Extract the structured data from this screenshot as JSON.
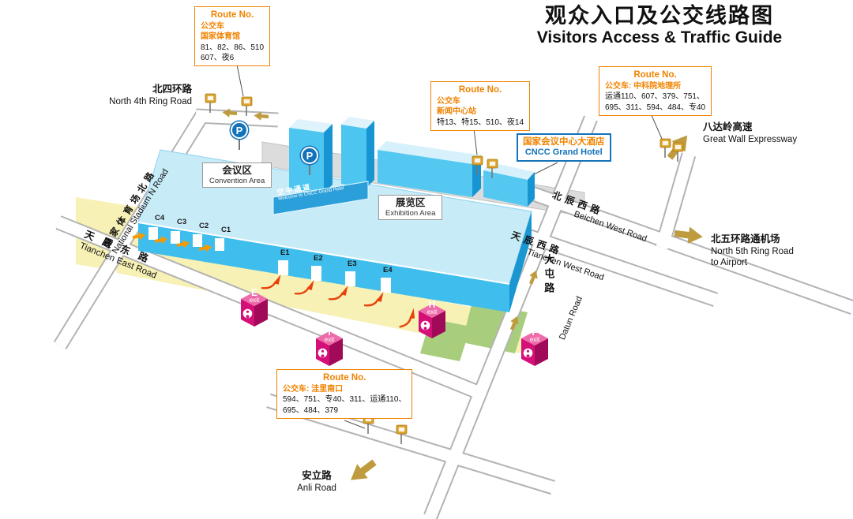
{
  "title": {
    "zh": "观众入口及公交线路图",
    "en": "Visitors Access & Traffic Guide"
  },
  "route_boxes": [
    {
      "title": "Route No.",
      "orange": [
        "公交车",
        "国家体育馆"
      ],
      "black": [
        "81、82、86、510",
        "607、夜6"
      ]
    },
    {
      "title": "Route No.",
      "orange": [
        "公交车",
        "新闻中心站"
      ],
      "black": [
        "特13、特15、510、夜14"
      ]
    },
    {
      "title": "Route No.",
      "orange": [
        "公交车: 中科院地理所"
      ],
      "black": [
        "运通110、607、379、751、",
        "695、311、594、484、专40"
      ]
    },
    {
      "title": "Route No.",
      "orange": [
        "公交车: 洼里南口"
      ],
      "black": [
        "594、751、专40、311、运通110、",
        "695、484、379"
      ]
    }
  ],
  "hotel": {
    "zh": "国家会议中心大酒店",
    "en": "CNCC Grand Hotel"
  },
  "areas": {
    "convention": {
      "zh": "会议区",
      "en": "Convention Area"
    },
    "exhibition": {
      "zh": "展览区",
      "en": "Exhibition Area"
    }
  },
  "walkway": {
    "zh": "空中通道",
    "en": "Welcome to CNCC Grand Hotel"
  },
  "roads": {
    "north4th": {
      "zh": "北四环路",
      "en": "North 4th Ring Road"
    },
    "national_stadium": {
      "zh": "国家体育场北路",
      "en": "National Stadium N Road"
    },
    "tianchen_east": {
      "zh": "天辰东路",
      "en": "Tianchen East Road"
    },
    "beichen_west": {
      "zh": "北辰西路",
      "en": "Beichen West Road"
    },
    "tianchen_west": {
      "zh": "天辰西路",
      "en": "Tianchen West Road"
    },
    "datun": {
      "zh": "大屯路",
      "en": "Datun Road"
    },
    "great_wall": {
      "zh": "八达岭高速",
      "en": "Great Wall Expressway"
    },
    "north5th": {
      "zh": "北五环路通机场",
      "en": "North 5th Ring Road",
      "en2": "to Airport"
    },
    "anli": {
      "zh": "安立路",
      "en": "Anli Road"
    }
  },
  "gates": {
    "c": [
      "C4",
      "C3",
      "C2",
      "C1"
    ],
    "e": [
      "E1",
      "E2",
      "E3",
      "E4"
    ]
  },
  "exits": [
    {
      "letter": "E",
      "word": "exit"
    },
    {
      "letter": "I",
      "word": "exit"
    },
    {
      "letter": "H",
      "word": "exit"
    },
    {
      "letter": "F",
      "word": "exit"
    }
  ],
  "parking": {
    "letter": "P"
  },
  "colors": {
    "orange": "#f08300",
    "blue": "#1272ba",
    "gold": "#bf9b3f",
    "magenta": "#d40f77",
    "building_blue": "#3fbeee"
  }
}
